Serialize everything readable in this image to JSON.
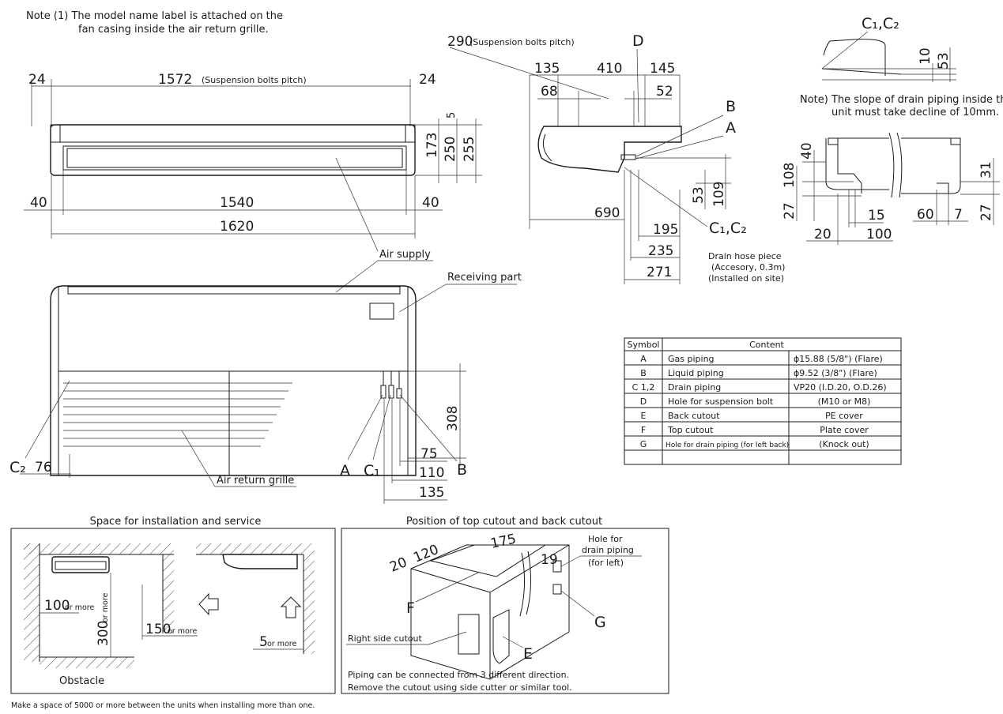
{
  "notes": {
    "note1_line1": "Note (1) The model name label is attached on the",
    "note1_line2": "fan casing inside the air return grille.",
    "slope_line1": "Note) The slope of drain piping inside the",
    "slope_line2": "unit must take decline of 10mm.",
    "bottom_note": "Make a space of 5000 or more between the units when installing more than one."
  },
  "top_view": {
    "dim_24_left": "24",
    "dim_1572": "1572",
    "dim_1572_label": "(Suspension bolts pitch)",
    "dim_24_right": "24",
    "dim_5": "5",
    "dim_173": "173",
    "dim_250": "250",
    "dim_255": "255",
    "dim_40_left": "40",
    "dim_1540": "1540",
    "dim_40_right": "40",
    "dim_1620": "1620"
  },
  "side_view": {
    "dim_290": "290",
    "dim_290_label": "(Suspension bolts pitch)",
    "label_D": "D",
    "dim_135": "135",
    "dim_410": "410",
    "dim_145": "145",
    "dim_68": "68",
    "dim_52": "52",
    "label_B": "B",
    "label_A": "A",
    "dim_53": "53",
    "dim_109": "109",
    "dim_690": "690",
    "label_C1C2": "C₁,C₂",
    "dim_195": "195",
    "dim_235": "235",
    "dim_271": "271",
    "hose_line1": "Drain hose piece",
    "hose_line2": "(Accesory, 0.3m)",
    "hose_line3": "(Installed on site)"
  },
  "slope_detail": {
    "label": "C₁,C₂",
    "dim_10": "10",
    "dim_53": "53"
  },
  "left_detail": {
    "dim_40": "40",
    "dim_108": "108",
    "dim_27": "27",
    "dim_15": "15",
    "dim_20": "20",
    "dim_100": "100"
  },
  "right_detail": {
    "dim_31": "31",
    "dim_60": "60",
    "dim_7": "7",
    "dim_27": "27"
  },
  "front_view": {
    "air_supply": "Air supply",
    "receiving_part": "Receiving part",
    "air_return_grille": "Air return grille",
    "label_C2": "C₂",
    "dim_76": "76",
    "dim_308": "308",
    "label_A": "A",
    "label_C1": "C₁",
    "label_B": "B",
    "dim_75": "75",
    "dim_110": "110",
    "dim_135": "135"
  },
  "table": {
    "header_symbol": "Symbol",
    "header_content": "Content",
    "rows": [
      {
        "symbol": "A",
        "desc": "Gas piping",
        "spec": "ϕ15.88 (5/8\") (Flare)"
      },
      {
        "symbol": "B",
        "desc": "Liquid piping",
        "spec": "ϕ9.52 (3/8\") (Flare)"
      },
      {
        "symbol": "C 1,2",
        "desc": "Drain piping",
        "spec": "VP20 (I.D.20, O.D.26)"
      },
      {
        "symbol": "D",
        "desc": "Hole for suspension bolt",
        "spec": "(M10 or M8)"
      },
      {
        "symbol": "E",
        "desc": "Back cutout",
        "spec": "PE cover"
      },
      {
        "symbol": "F",
        "desc": "Top cutout",
        "spec": "Plate cover"
      },
      {
        "symbol": "G",
        "desc": "Hole for drain piping (for left back)",
        "spec": "(Knock out)"
      }
    ]
  },
  "install_panel": {
    "title": "Space for installation and service",
    "dim_100": "100",
    "dim_100_suffix": "or more",
    "dim_300": "300",
    "dim_300_suffix": "or more",
    "dim_150": "150",
    "dim_150_suffix": "or more",
    "dim_5": "5",
    "dim_5_suffix": "or more",
    "obstacle": "Obstacle"
  },
  "cutout_panel": {
    "title": "Position of top cutout and back cutout",
    "dim_20": "20",
    "dim_120": "120",
    "dim_175": "175",
    "dim_19": "19",
    "hole_line1": "Hole for",
    "hole_line2": "drain piping",
    "hole_line3": "(for left)",
    "label_F": "F",
    "label_G": "G",
    "label_E": "E",
    "right_side_cutout": "Right side cutout",
    "note_line1": "Piping can be connected from 3 different direction.",
    "note_line2": "Remove the cutout using side cutter or similar tool."
  }
}
